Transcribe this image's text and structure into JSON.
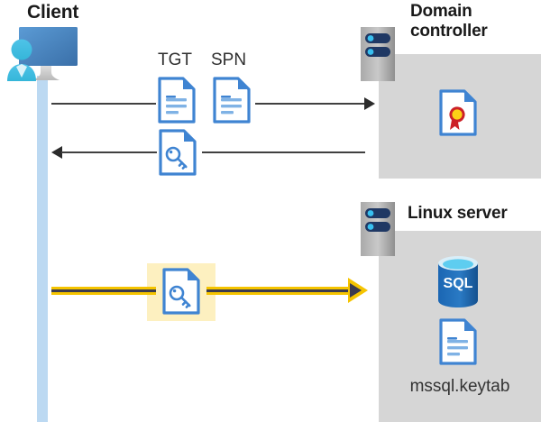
{
  "diagram": {
    "title_client": "Client",
    "title_domain_controller": "Domain\ncontroller",
    "title_domain_controller_line1": "Domain",
    "title_domain_controller_line2": "controller",
    "title_linux_server": "Linux server",
    "keytab_filename": "mssql.keytab",
    "sql_icon_text": "SQL",
    "flow_labels": {
      "tgt": "TGT",
      "spn": "SPN"
    },
    "icons": {
      "client_user": "user-avatar-icon",
      "client_monitor": "monitor-icon",
      "server_rack_dc": "server-rack-icon",
      "server_rack_linux": "server-rack-icon",
      "tgt_document": "document-icon",
      "spn_document": "document-icon",
      "service_ticket": "key-document-icon",
      "kerberos_ticket": "key-document-icon",
      "certificate": "certificate-document-icon",
      "sql_database": "sql-database-icon",
      "keytab_document": "document-icon"
    },
    "arrows": [
      {
        "name": "request-tgt-spn",
        "direction": "right",
        "style": "thin-black"
      },
      {
        "name": "return-service-ticket",
        "direction": "left",
        "style": "thin-black"
      },
      {
        "name": "present-ticket-to-linux",
        "direction": "right",
        "style": "thick-yellow"
      }
    ],
    "colors": {
      "panel_gray": "#d6d6d6",
      "lifeline_blue": "#bcd9f2",
      "highlight_yellow": "#fdf0c0",
      "arrow_yellow": "#f5c400",
      "doc_blue": "#3f84d2",
      "sql_blue": "#1b66b3",
      "cert_red": "#cc2027",
      "cert_gold": "#fcd116",
      "rack_navy": "#1f3864",
      "text_dark": "#1a1a1a"
    }
  }
}
